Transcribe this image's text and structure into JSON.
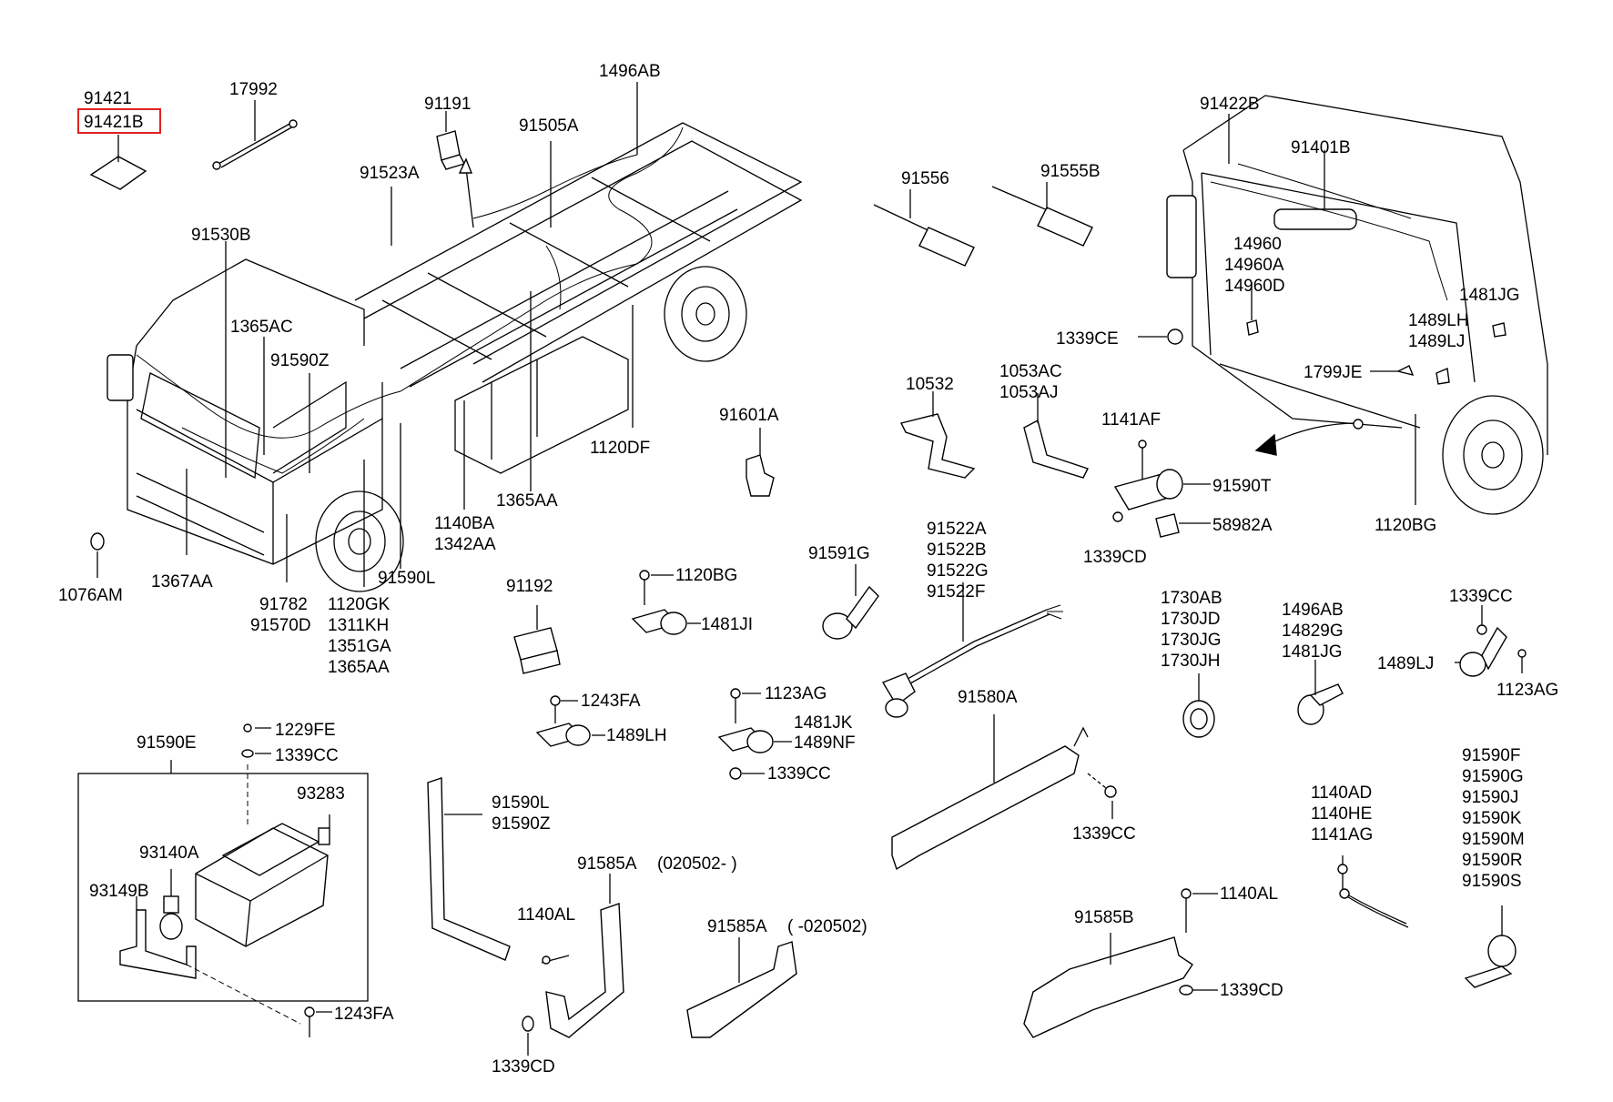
{
  "highlighted_part": "91421B",
  "labels": [
    {
      "id": "l1",
      "text": "91421"
    },
    {
      "id": "l2",
      "text": "91421B"
    },
    {
      "id": "l3",
      "text": "17992"
    },
    {
      "id": "l4",
      "text": "91191"
    },
    {
      "id": "l5",
      "text": "1496AB"
    },
    {
      "id": "l6",
      "text": "91505A"
    },
    {
      "id": "l7",
      "text": "91523A"
    },
    {
      "id": "l8",
      "text": "91530B"
    },
    {
      "id": "l9",
      "text": "1365AC"
    },
    {
      "id": "l10",
      "text": "91590Z"
    },
    {
      "id": "l11",
      "text": "1120DF"
    },
    {
      "id": "l12",
      "text": "1140BA"
    },
    {
      "id": "l13",
      "text": "1342AA"
    },
    {
      "id": "l14",
      "text": "1365AA"
    },
    {
      "id": "l15",
      "text": "91590L"
    },
    {
      "id": "l16",
      "text": "1367AA"
    },
    {
      "id": "l17",
      "text": "91782"
    },
    {
      "id": "l18",
      "text": "91570D"
    },
    {
      "id": "l19",
      "text": "1120GK"
    },
    {
      "id": "l20",
      "text": "1311KH"
    },
    {
      "id": "l21",
      "text": "1351GA"
    },
    {
      "id": "l22",
      "text": "1365AA"
    },
    {
      "id": "l23",
      "text": "1076AM"
    },
    {
      "id": "l24",
      "text": "91556"
    },
    {
      "id": "l25",
      "text": "91555B"
    },
    {
      "id": "l26",
      "text": "91422B"
    },
    {
      "id": "l27",
      "text": "91401B"
    },
    {
      "id": "l28",
      "text": "14960"
    },
    {
      "id": "l29",
      "text": "14960A"
    },
    {
      "id": "l30",
      "text": "14960D"
    },
    {
      "id": "l31",
      "text": "1481JG"
    },
    {
      "id": "l32",
      "text": "1489LH"
    },
    {
      "id": "l33",
      "text": "1489LJ"
    },
    {
      "id": "l34",
      "text": "1339CE"
    },
    {
      "id": "l35",
      "text": "1799JE"
    },
    {
      "id": "l36",
      "text": "10532"
    },
    {
      "id": "l37",
      "text": "1053AC"
    },
    {
      "id": "l38",
      "text": "1053AJ"
    },
    {
      "id": "l39",
      "text": "91601A"
    },
    {
      "id": "l40",
      "text": "1141AF"
    },
    {
      "id": "l41",
      "text": "91590T"
    },
    {
      "id": "l42",
      "text": "58982A"
    },
    {
      "id": "l43",
      "text": "1339CD"
    },
    {
      "id": "l44",
      "text": "1120BG"
    },
    {
      "id": "l45",
      "text": "91522A"
    },
    {
      "id": "l46",
      "text": "91522B"
    },
    {
      "id": "l47",
      "text": "91522G"
    },
    {
      "id": "l48",
      "text": "91522F"
    },
    {
      "id": "l49",
      "text": "91591G"
    },
    {
      "id": "l50",
      "text": "91192"
    },
    {
      "id": "l51",
      "text": "1120BG"
    },
    {
      "id": "l52",
      "text": "1481JI"
    },
    {
      "id": "l53",
      "text": "1730AB"
    },
    {
      "id": "l54",
      "text": "1730JD"
    },
    {
      "id": "l55",
      "text": "1730JG"
    },
    {
      "id": "l56",
      "text": "1730JH"
    },
    {
      "id": "l57",
      "text": "1496AB"
    },
    {
      "id": "l58",
      "text": "14829G"
    },
    {
      "id": "l59",
      "text": "1481JG"
    },
    {
      "id": "l60",
      "text": "1339CC"
    },
    {
      "id": "l61",
      "text": "1489LJ"
    },
    {
      "id": "l62",
      "text": "1123AG"
    },
    {
      "id": "l63",
      "text": "1243FA"
    },
    {
      "id": "l64",
      "text": "1489LH"
    },
    {
      "id": "l65",
      "text": "1123AG"
    },
    {
      "id": "l66",
      "text": "1481JK"
    },
    {
      "id": "l67",
      "text": "1489NF"
    },
    {
      "id": "l68",
      "text": "1339CC"
    },
    {
      "id": "l69",
      "text": "91580A"
    },
    {
      "id": "l70",
      "text": "1339CC"
    },
    {
      "id": "l71",
      "text": "91590E"
    },
    {
      "id": "l72",
      "text": "1229FE"
    },
    {
      "id": "l73",
      "text": "1339CC"
    },
    {
      "id": "l74",
      "text": "93283"
    },
    {
      "id": "l75",
      "text": "93140A"
    },
    {
      "id": "l76",
      "text": "93149B"
    },
    {
      "id": "l77",
      "text": "1243FA"
    },
    {
      "id": "l78",
      "text": "91590L"
    },
    {
      "id": "l79",
      "text": "91590Z"
    },
    {
      "id": "l80",
      "text": "91585A"
    },
    {
      "id": "l81",
      "text": "(020502- )"
    },
    {
      "id": "l82",
      "text": "1140AL"
    },
    {
      "id": "l83",
      "text": "1339CD"
    },
    {
      "id": "l84",
      "text": "91585A"
    },
    {
      "id": "l85",
      "text": "( -020502)"
    },
    {
      "id": "l86",
      "text": "1140AD"
    },
    {
      "id": "l87",
      "text": "1140HE"
    },
    {
      "id": "l88",
      "text": "1141AG"
    },
    {
      "id": "l89",
      "text": "91585B"
    },
    {
      "id": "l90",
      "text": "1140AL"
    },
    {
      "id": "l91",
      "text": "1339CD"
    },
    {
      "id": "l92",
      "text": "91590F"
    },
    {
      "id": "l93",
      "text": "91590G"
    },
    {
      "id": "l94",
      "text": "91590J"
    },
    {
      "id": "l95",
      "text": "91590K"
    },
    {
      "id": "l96",
      "text": "91590M"
    },
    {
      "id": "l97",
      "text": "91590R"
    },
    {
      "id": "l98",
      "text": "91590S"
    }
  ]
}
